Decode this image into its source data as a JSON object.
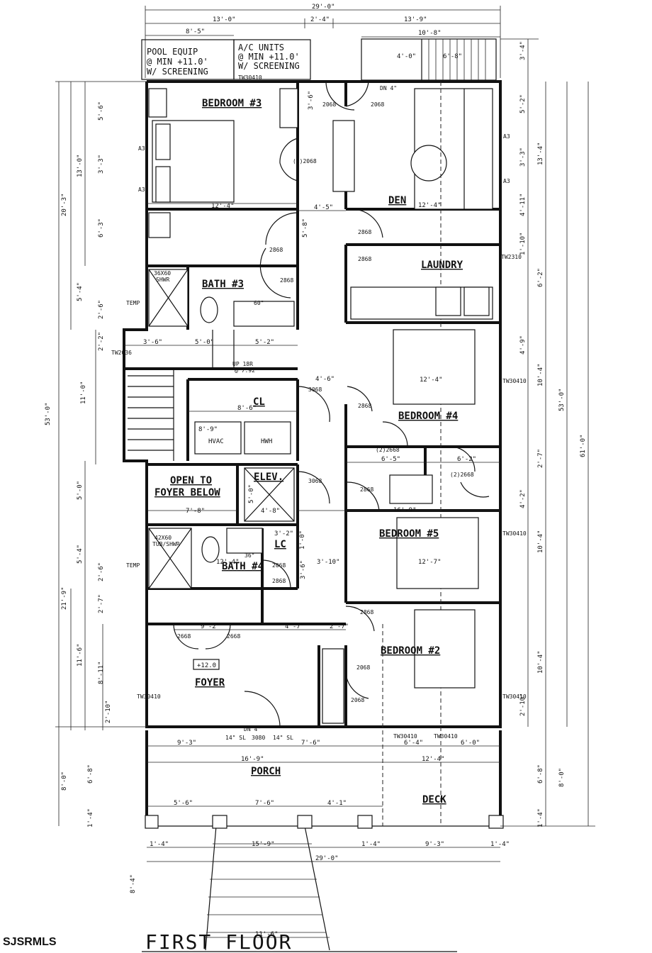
{
  "title": "FIRST FLOOR",
  "watermark": "SJSRMLS",
  "notes": {
    "pool_equip": [
      "POOL EQUIP",
      "@ MIN +11.0'",
      "W/ SCREENING"
    ],
    "ac_units": [
      "A/C UNITS",
      "@ MIN +11.0'",
      "W/ SCREENING"
    ]
  },
  "rooms": {
    "bedroom3": "BEDROOM #3",
    "den": "DEN",
    "laundry": "LAUNDRY",
    "bath3": "BATH #3",
    "bedroom4": "BEDROOM #4",
    "cl": "CL",
    "hvac": "HVAC",
    "hwh": "HWH",
    "open_foyer": [
      "OPEN TO",
      "FOYER BELOW"
    ],
    "elev": "ELEV.",
    "bedroom5": "BEDROOM #5",
    "lc": "LC",
    "bath4": "BATH #4",
    "bedroom2": "BEDROOM #2",
    "foyer": "FOYER",
    "porch": "PORCH",
    "deck": "DECK"
  },
  "elevation_mark": "+12.0",
  "fixtures": {
    "shwr1": [
      "36X60",
      "SHWR"
    ],
    "shwr2": [
      "42X60",
      "TUB/SHWR"
    ],
    "vanity": "60\"",
    "vanity2": "36\"",
    "up": [
      "UP 18R",
      "@ 7.92"
    ],
    "dn_top": "DN 4\"",
    "dn_bottom": "DN 4\"",
    "temp": "TEMP",
    "a3": "A3"
  },
  "windows": {
    "tw3041": "TW30410",
    "tw2310": "TW2310",
    "tw2036": "TW2036",
    "sl1": "14\" SL",
    "sl2": "14\" SL",
    "d3080": "3080",
    "tw_a": "TW30410",
    "tw_b": "TW30410"
  },
  "doors": {
    "d2868": "2868",
    "d3068": "3068",
    "d2068": "2068",
    "d2_2068": "(2)2068",
    "d2_2668": "(2)2668",
    "d2668": "2668"
  },
  "dims_top": {
    "overall": "29'-0\"",
    "left": "13'-0\"",
    "mid": "2'-4\"",
    "right": "13'-9\"",
    "pool": "8'-5\"",
    "stair_w": "10'-8\"",
    "stair_a": "4'-0\"",
    "stair_b": "6'-8\""
  },
  "dims_left": {
    "overall": "53'-0\"",
    "a": "20'-3\"",
    "b": "13'-0\"",
    "c": "5'-6\"",
    "d": "3'-3\"",
    "e": "6'-3\"",
    "f": "5'-4\"",
    "g": "2'-6\"",
    "h": "2'-2\"",
    "i": "11'-0\"",
    "j": "5'-0\"",
    "k": "5'-4\"",
    "l": "2'-6\"",
    "m": "21'-9\"",
    "n": "2'-7\"",
    "o": "11'-6\"",
    "p": "8'-11\"",
    "q": "2'-10\"",
    "r": "8'-0\"",
    "s": "6'-8\"",
    "t": "1'-4\"",
    "u": "8'-4\""
  },
  "dims_right": {
    "overall": "53'-0\"",
    "total": "61'-0\"",
    "a": "3'-4\"",
    "b": "5'-2\"",
    "c": "3'-3\"",
    "d": "13'-4\"",
    "e": "4'-11\"",
    "f": "1'-10\"",
    "g": "6'-2\"",
    "h": "4'-9\"",
    "i": "10'-4\"",
    "j": "2'-7\"",
    "k": "4'-2\"",
    "l": "10'-4\"",
    "m": "10'-4\"",
    "n": "2'-10\"",
    "o": "6'-8\"",
    "p": "8'-0\"",
    "q": "1'-4\""
  },
  "dims_interior": {
    "bed3_w": "12'-4\"",
    "den_w": "12'-4\"",
    "hall1": "4'-5\"",
    "hall2": "5'-8\"",
    "b3a": "3'-6\"",
    "b3b": "5'-0\"",
    "b3c": "5'-2\"",
    "hall3": "4'-6\"",
    "cl_w": "8'-6\"",
    "hvac_w": "8'-9\"",
    "bed4_w": "12'-4\"",
    "bed4_b": "6'-5\"",
    "bed4_c": "6'-2\"",
    "foyer_w": "7'-8\"",
    "elev_w": "4'-8\"",
    "elev_h": "5'-0\"",
    "bed5_span": "16'-9\"",
    "bed5_w": "12'-7\"",
    "lc_w": "3'-2\"",
    "bath4_w": "12'-4\"",
    "lc_h": "1'-0\"",
    "d310": "3'-10\"",
    "d36": "3'-6\"",
    "foy_a": "9'-2\"",
    "foy_b": "4'-7\"",
    "foy_c": "2'-7\"",
    "por_a": "9'-3\"",
    "por_b": "7'-6\"",
    "por_c": "6'-4\"",
    "por_d": "6'-0\"",
    "por_e": "16'-9\"",
    "por_f": "12'-4\"",
    "por_g": "5'-6\"",
    "por_h": "7'-6\"",
    "por_i": "4'-1\"",
    "bot_a": "1'-4\"",
    "bot_b": "15'-9\"",
    "bot_c": "1'-4\"",
    "bot_d": "9'-3\"",
    "bot_e": "1'-4\"",
    "bot_total": "29'-0\"",
    "stair_w": "11'-6\"",
    "b3_door_dim": "3'-6\""
  }
}
